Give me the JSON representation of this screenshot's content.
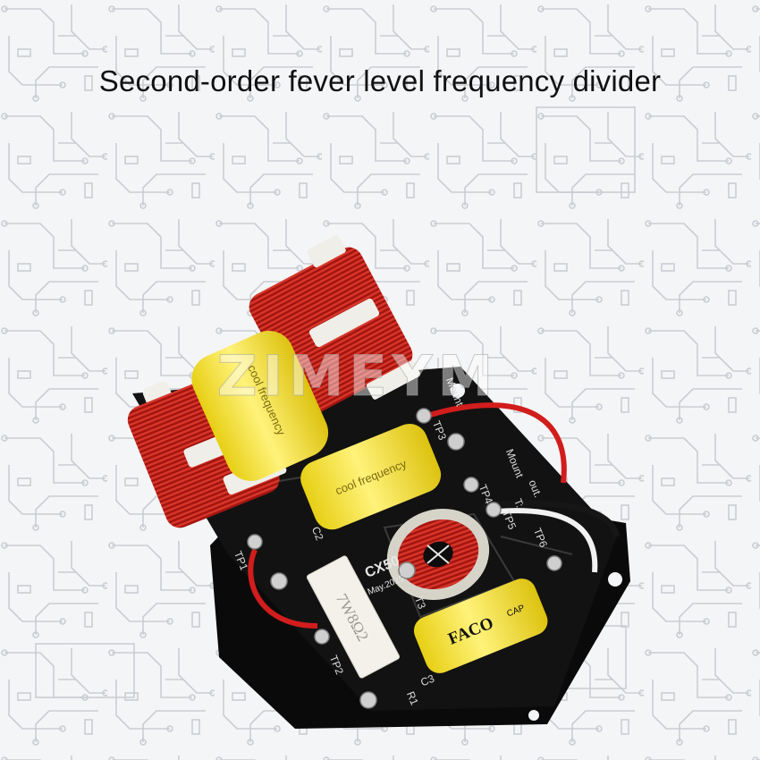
{
  "title": "Second-order fever level frequency divider",
  "watermark": "ZIMEYM",
  "board": {
    "model": "CX50",
    "date": "May.2025",
    "resistor_marking": "7W8Ω2",
    "capacitor_brand": "FACO",
    "capacitor_tag": "CAP",
    "labels": {
      "tp1": "TP1",
      "tp2": "TP2",
      "tp3": "TP3",
      "tp4": "TP4",
      "tp5": "TP5",
      "tp6": "TP6",
      "c2": "C2",
      "c3": "C3",
      "t3": "T3",
      "r1": "R1",
      "mount_top": "Mount",
      "mount_mid": "Mount",
      "mount_out": "out.",
      "tweeter": "T:"
    }
  },
  "colors": {
    "pcb": "#121212",
    "plate": "#0a0a0a",
    "copper": "#b81e14",
    "capacitor": "#f2df2a",
    "resistor": "#f3f1ea",
    "wire_red": "#d21d1d",
    "wire_black": "#161616",
    "wire_white": "#f2f2f2"
  }
}
